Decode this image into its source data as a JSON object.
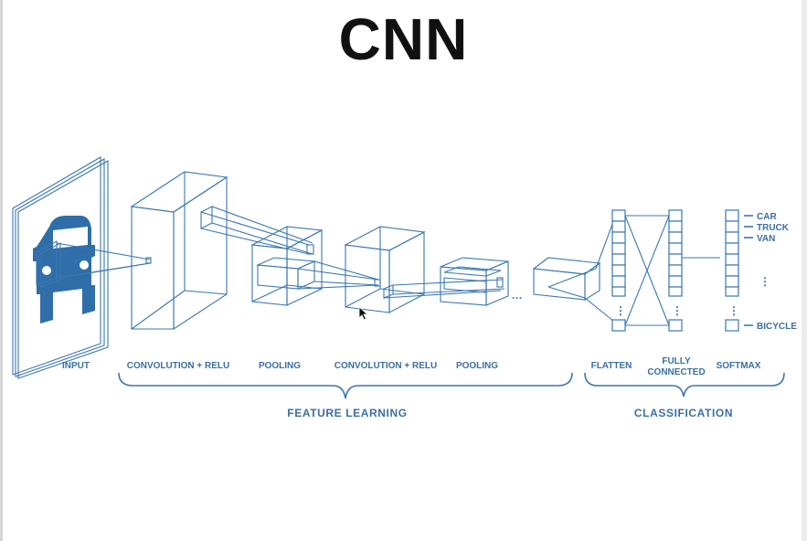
{
  "title": "CNN",
  "diagram": {
    "layers": [
      {
        "label": "INPUT"
      },
      {
        "label": "CONVOLUTION + RELU"
      },
      {
        "label": "POOLING"
      },
      {
        "label": "CONVOLUTION + RELU"
      },
      {
        "label": "POOLING"
      },
      {
        "label": "FLATTEN"
      },
      {
        "label_line1": "FULLY",
        "label_line2": "CONNECTED"
      },
      {
        "label": "SOFTMAX"
      }
    ],
    "groups": {
      "feature_learning": "FEATURE LEARNING",
      "classification": "CLASSIFICATION"
    },
    "outputs": [
      "CAR",
      "TRUCK",
      "VAN",
      "BICYCLE"
    ],
    "ellipsis": "...",
    "vertical_ellipsis": "⋮"
  },
  "colors": {
    "diagram_blue": "#3a77b0",
    "label_blue": "#3a6fa3",
    "car_fill": "#2f6ea8"
  }
}
